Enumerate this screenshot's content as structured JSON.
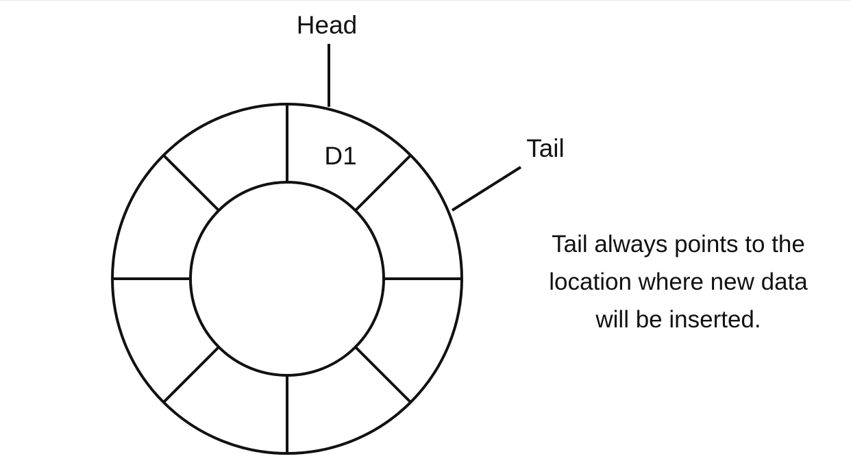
{
  "diagram": {
    "head_label": "Head",
    "tail_label": "Tail",
    "cell_label": "D1",
    "note_lines": [
      "Tail always points to the",
      "location where new data",
      "will be inserted."
    ],
    "stroke_color": "#111111",
    "background_color": "#ffffff"
  }
}
